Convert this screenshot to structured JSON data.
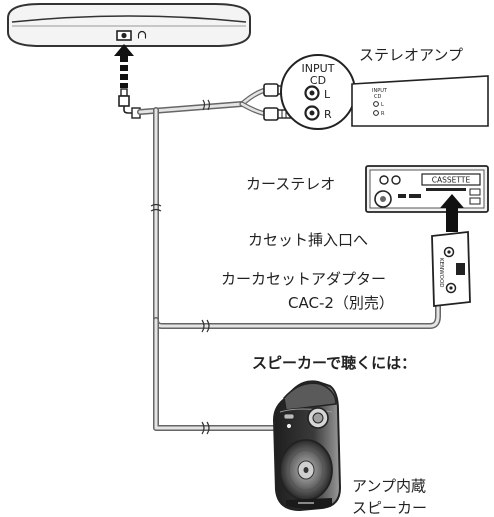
{
  "labels": {
    "stereo_amp": "ステレオアンプ",
    "car_stereo": "カーステレオ",
    "insert_slot": "カセット挿入口へ",
    "car_adapter_line1": "カーカセットアダプター",
    "car_adapter_line2": "CAC-2（別売）",
    "speaker_heading": "スピーカーで聴くには：",
    "speaker_line1": "アンプ内蔵",
    "speaker_line2": "スピーカー"
  },
  "jack": {
    "input": "INPUT",
    "cd": "CD",
    "left": "L",
    "right": "R"
  },
  "amp_panel": {
    "input": "INPUT",
    "cd": "CD",
    "left": "L",
    "right": "R"
  },
  "car_stereo_panel": {
    "cassette": "CASSETTE"
  },
  "adapter_brand": "KENWOOD",
  "colors": {
    "line": "#333333",
    "cable_outline": "#666666",
    "cable_fill": "#d8d8d8",
    "dark": "#222222",
    "mid_gray": "#7a7a7a",
    "light_gray": "#cfcfcf"
  }
}
